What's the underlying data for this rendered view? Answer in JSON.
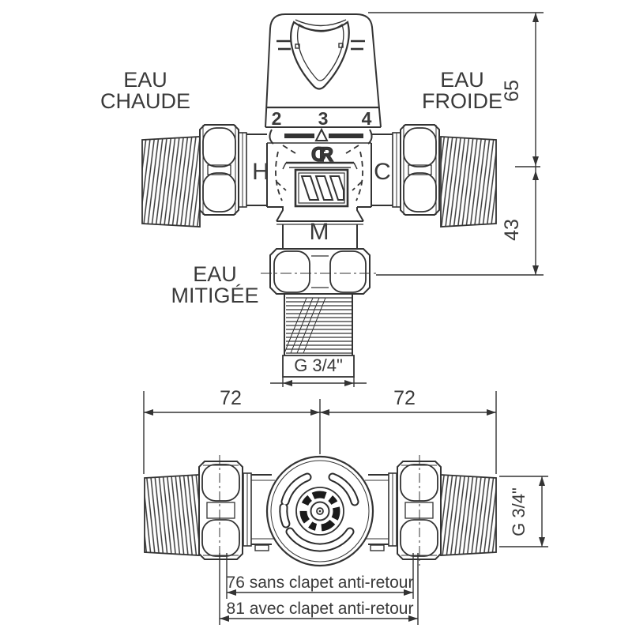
{
  "drawing": {
    "title_semantic": "thermostatic mixing valve technical drawing",
    "front": {
      "label_hot": [
        "EAU",
        "CHAUDE"
      ],
      "label_cold": [
        "EAU",
        "FROIDE"
      ],
      "label_mixed": [
        "EAU",
        "MITIGÉE"
      ],
      "port_hot": "H",
      "port_cold": "C",
      "port_mixed": "M",
      "brand_mark": "CR",
      "knob_scale": [
        "2",
        "3",
        "4"
      ],
      "dim_knob_to_centerline": "65",
      "dim_centerline_to_outlet": "43",
      "dim_outlet_thread": "G 3/4\""
    },
    "top": {
      "dim_left_arm": "72",
      "dim_right_arm": "72",
      "dim_side_thread": "G 3/4\"",
      "dim_without_check_valve": "76 sans clapet anti-retour",
      "dim_with_check_valve": "81 avec clapet anti-retour"
    },
    "colors": {
      "line": "#333333",
      "background": "#ffffff"
    }
  }
}
